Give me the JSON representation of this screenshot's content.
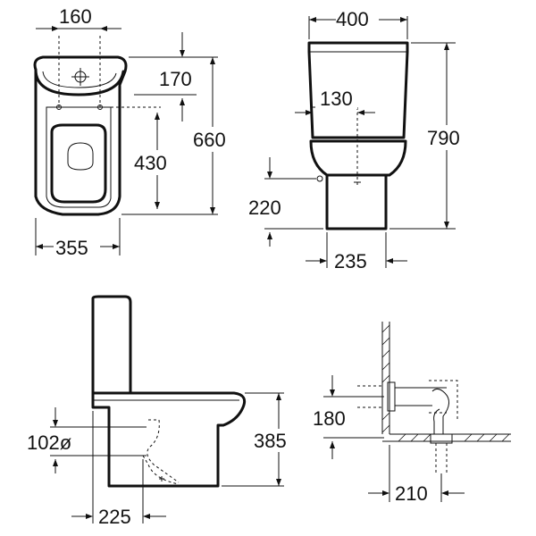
{
  "top_view": {
    "width_top": "160",
    "front_to_holes": "170",
    "hole_to_front": "430",
    "overall_depth": "660",
    "overall_width": "355"
  },
  "front_view": {
    "tank_width": "400",
    "tank_offset": "130",
    "overall_height": "790",
    "inlet_height": "220",
    "base_width": "235"
  },
  "side_view": {
    "outlet_diameter": "102ø",
    "outlet_height": "385",
    "outlet_distance": "225"
  },
  "detail_view": {
    "inlet_height": "180",
    "wall_distance": "210"
  }
}
